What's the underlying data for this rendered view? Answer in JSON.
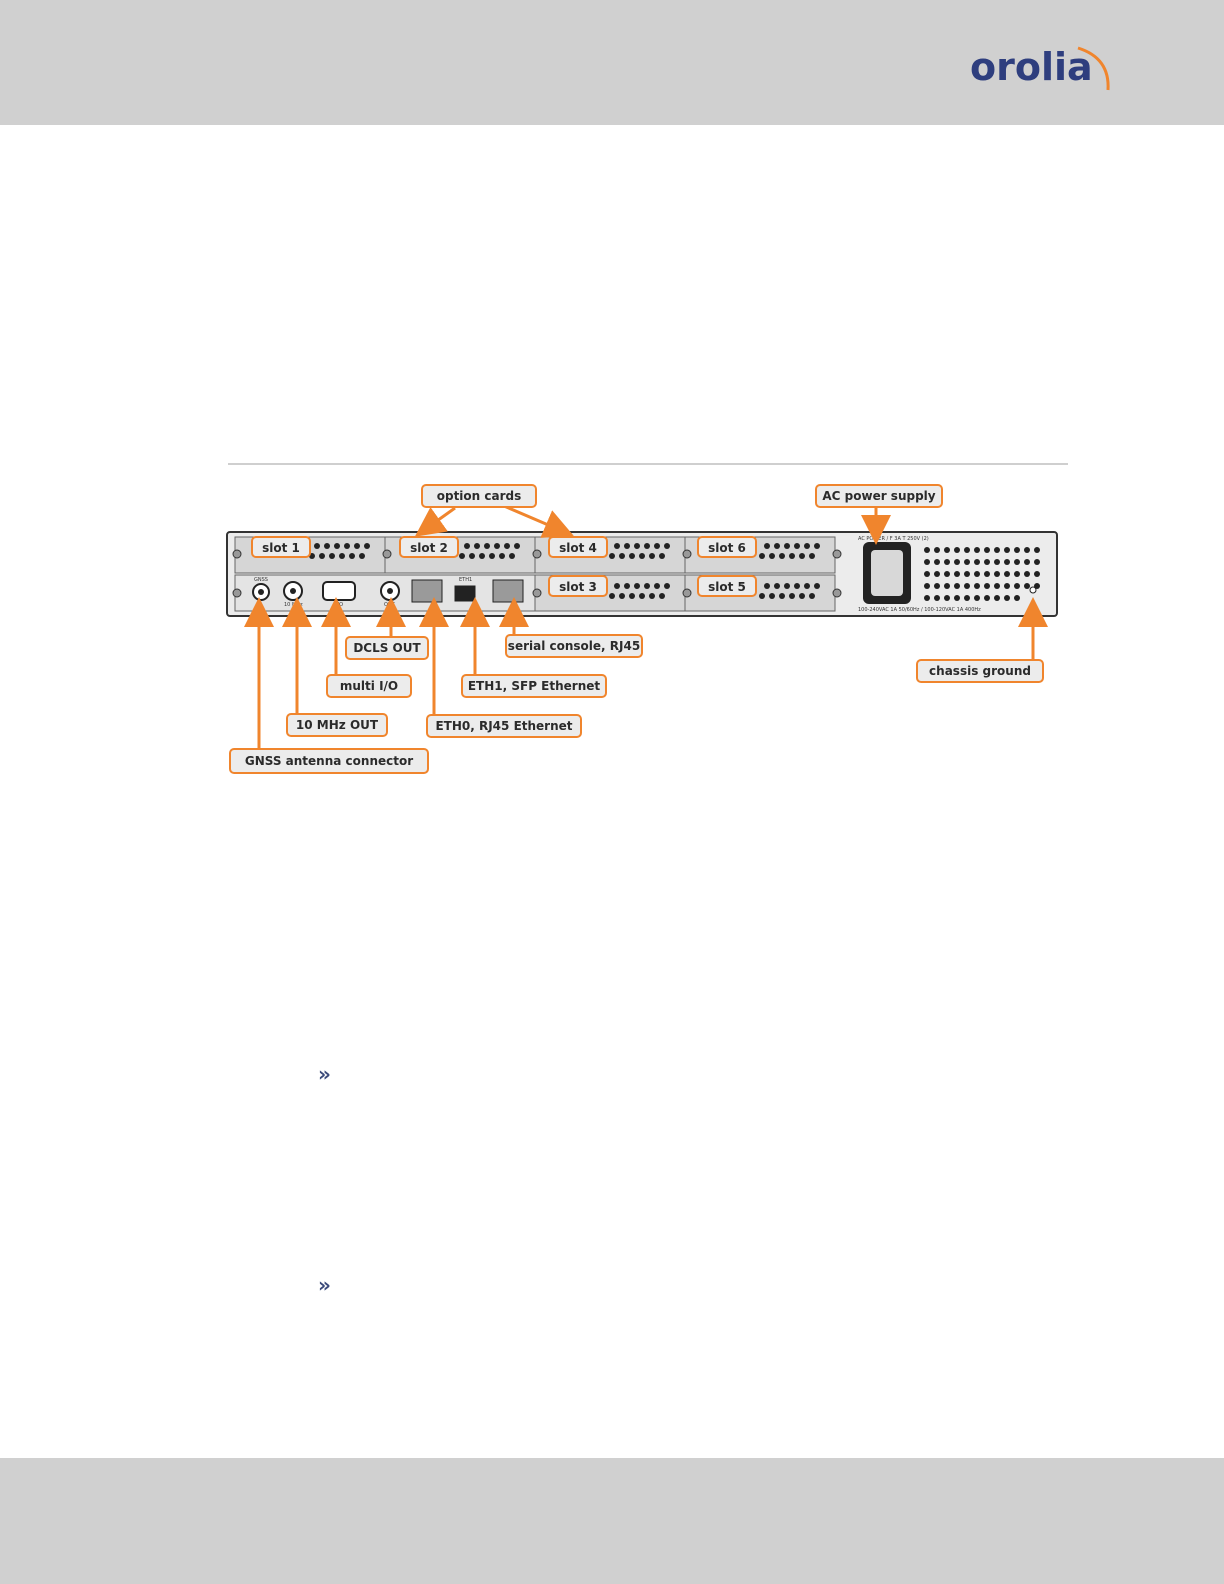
{
  "brand": {
    "logo_text": "orolia",
    "colors": {
      "navy": "#2e3e7e",
      "orange": "#f0852d"
    }
  },
  "figure": {
    "callouts": {
      "option_cards": "option cards",
      "ac_power": "AC power supply",
      "slot1": "slot 1",
      "slot2": "slot 2",
      "slot3": "slot 3",
      "slot4": "slot 4",
      "slot5": "slot 5",
      "slot6": "slot 6",
      "dcls_out": "DCLS OUT",
      "serial_console": "serial console, RJ45",
      "chassis_ground": "chassis ground",
      "multi_io": "multi I/O",
      "eth1": "ETH1, SFP Ethernet",
      "ten_mhz": "10 MHz OUT",
      "eth0": "ETH0, RJ45 Ethernet",
      "gnss": "GNSS antenna connector"
    },
    "panel_labels": {
      "gnss": "GNSS",
      "ten_mhz": "10 MHz",
      "io": "I/O",
      "out": "OUT",
      "eth1": "ETH1",
      "power_rating": "AC POWER / F 3A T 250V (2)",
      "power_spec": "100-240VAC 1A 50/60Hz / 100-120VAC 1A 400Hz"
    }
  },
  "bullets": {
    "glyph": "»"
  }
}
